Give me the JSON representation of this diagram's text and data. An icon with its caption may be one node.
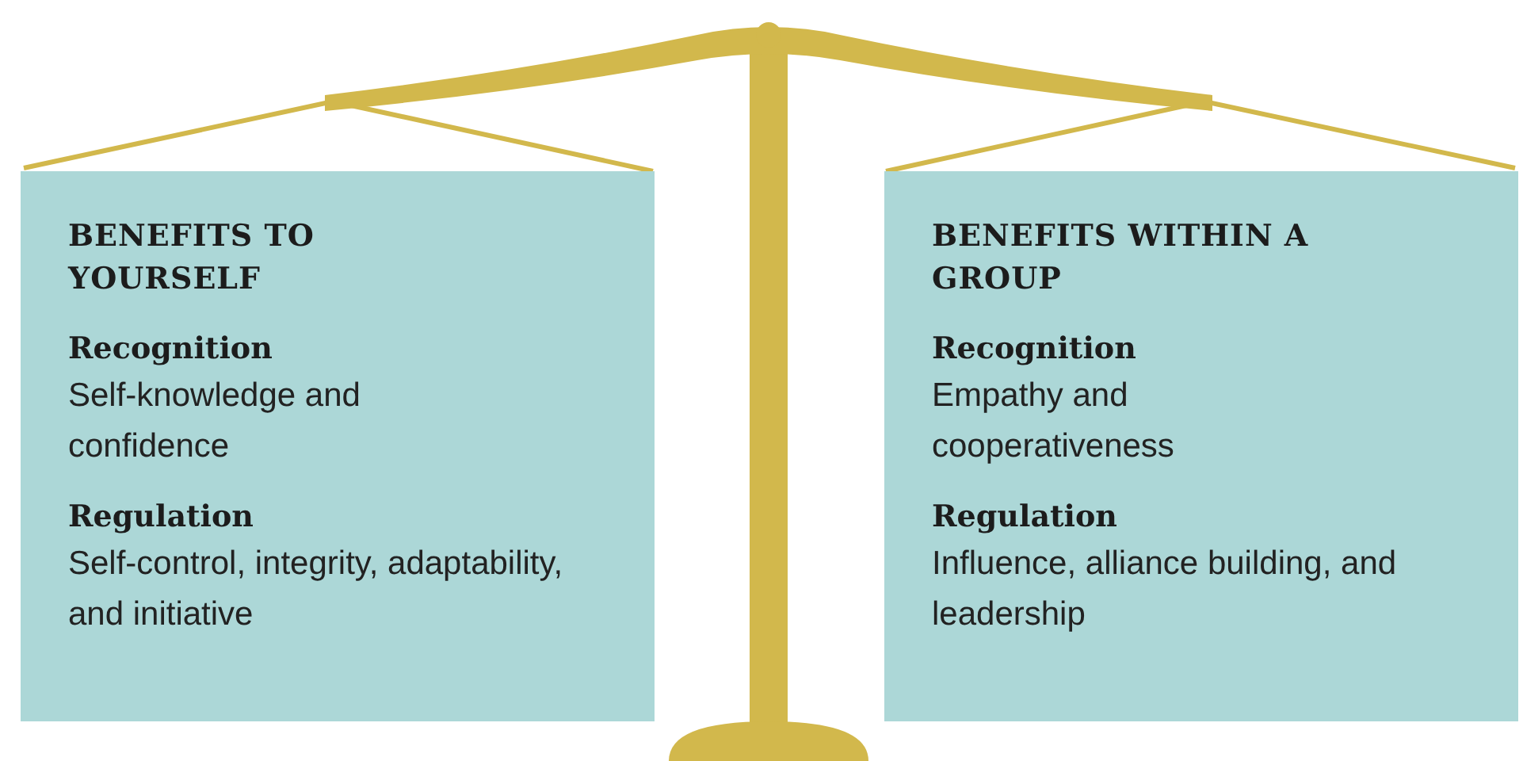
{
  "diagram": {
    "nodes": [
      {
        "text": [
          "BENEFITS TO YOURSELF",
          "Recognition",
          "Self-knowledge and confidence",
          "Regulation",
          "Self-control, integrity, adaptability, and initiative"
        ]
      },
      {
        "text": [
          "BENEFITS WITHIN A GROUP",
          "Recognition",
          "Empathy and cooperativeness",
          "Regulation",
          "Influence, alliance building, and leadership"
        ]
      }
    ]
  }
}
